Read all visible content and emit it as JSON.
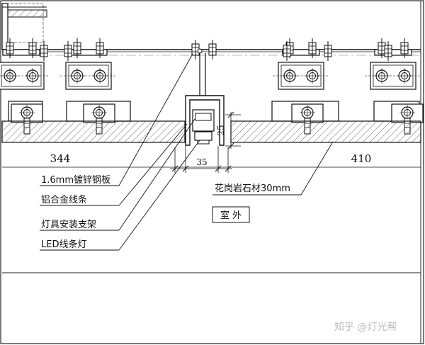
{
  "dimensions": {
    "left_span": "344",
    "right_span": "410",
    "gap_width": "35",
    "light_height": "25"
  },
  "labels": {
    "steel_plate": "1.6mm镀锌钢板",
    "aluminum_strip": "铝合金线条",
    "fixture_bracket": "灯具安装支架",
    "led_strip": "LED线条灯",
    "granite": "花岗岩石材30mm",
    "outdoor": "室 外"
  },
  "watermark": "知乎 @灯光帮"
}
